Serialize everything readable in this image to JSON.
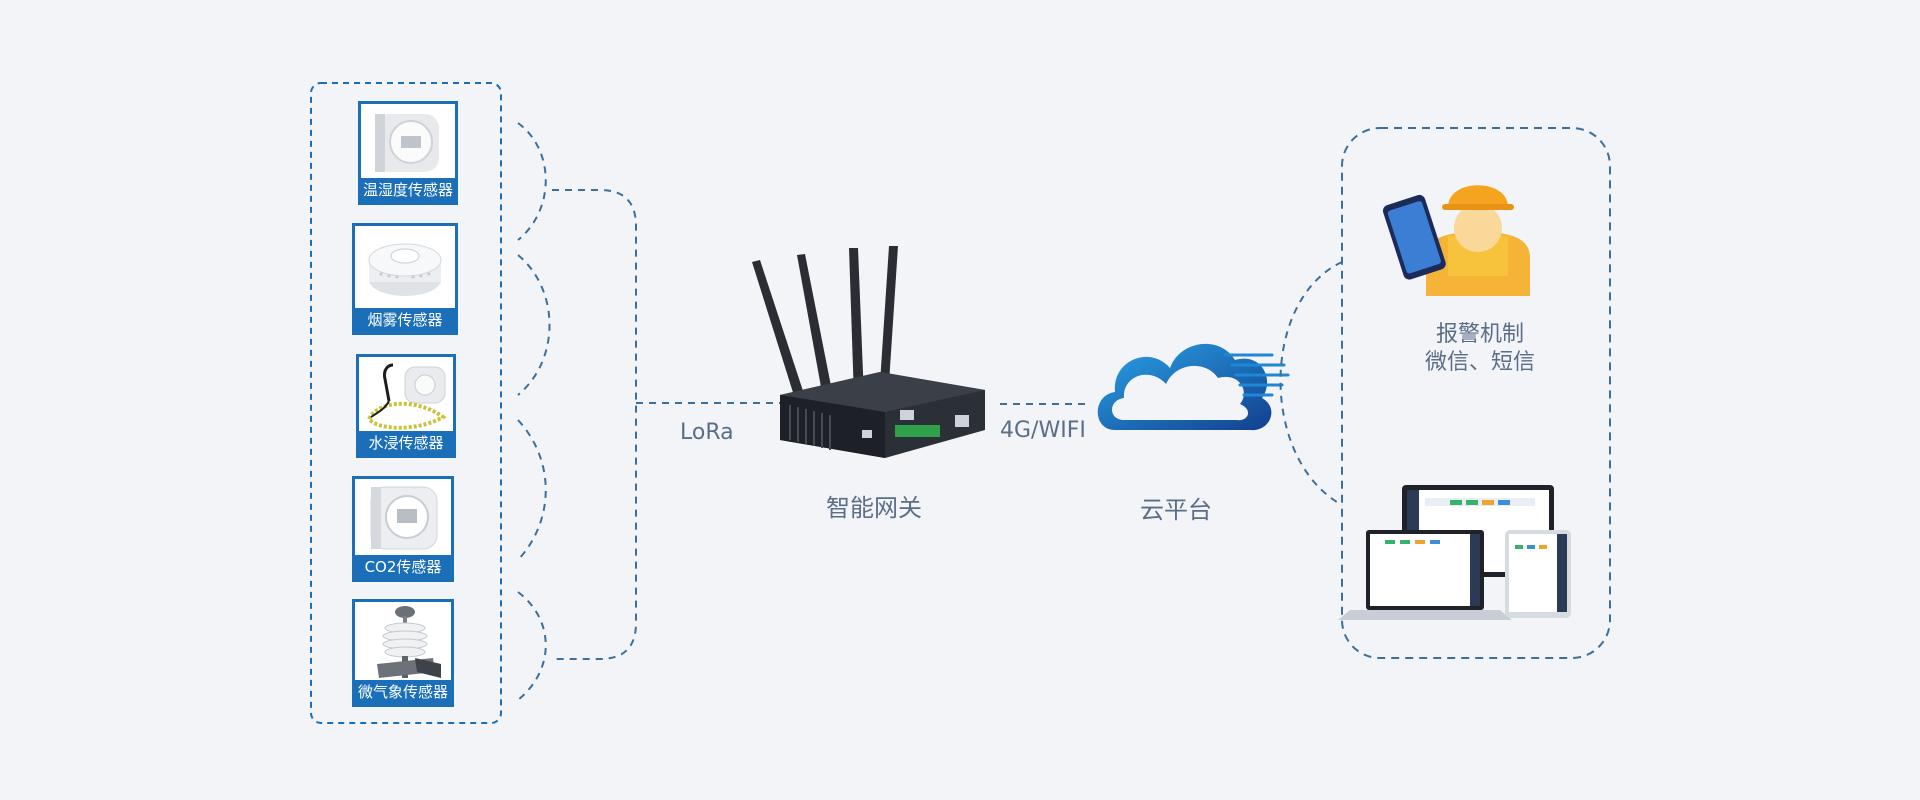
{
  "sensors": [
    {
      "label": "温湿度传感器",
      "icon": "thermo-hygrometer-icon"
    },
    {
      "label": "烟雾传感器",
      "icon": "smoke-detector-icon"
    },
    {
      "label": "水浸传感器",
      "icon": "water-leak-sensor-icon"
    },
    {
      "label": "CO2传感器",
      "icon": "co2-sensor-icon"
    },
    {
      "label": "微气象传感器",
      "icon": "weather-station-icon"
    }
  ],
  "links": {
    "lora": "LoRa",
    "uplink": "4G/WIFI"
  },
  "gateway": {
    "label": "智能网关",
    "icon": "router-gateway-icon"
  },
  "cloud": {
    "label": "云平台",
    "icon": "cloud-icon"
  },
  "alarm": {
    "line1": "报警机制",
    "line2": "微信、短信",
    "icon": "worker-with-phone-icon"
  },
  "dashboard": {
    "icon": "multi-device-dashboard-icon"
  },
  "colors": {
    "accent": "#1a6fb8",
    "dashed": "#3b6f9c",
    "text": "#5b6e88",
    "background": "#f2f4f8"
  }
}
